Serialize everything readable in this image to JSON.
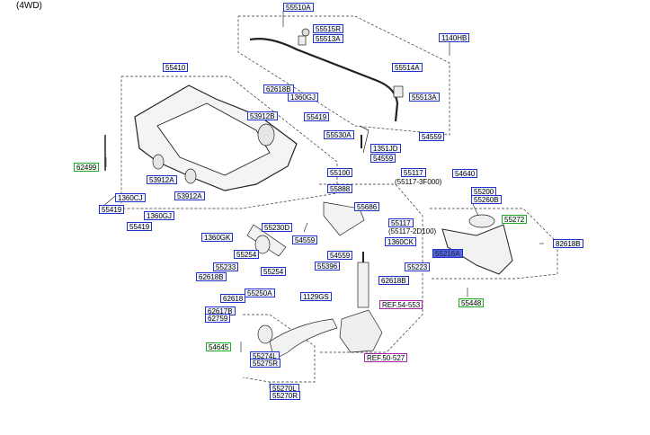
{
  "header": {
    "variant": "(4WD)"
  },
  "labels": {
    "p55510A": "55510A",
    "p55515R": "55515R",
    "p55513A": "55513A",
    "p1140HB": "1140HB",
    "p55514A": "55514A",
    "p55513A_2": "55513A",
    "p54559_a": "54559",
    "p55410": "55410",
    "p62618B": "62618B",
    "p1360GJ_a": "1360GJ",
    "p55419_a": "55419",
    "p53912B": "53912B",
    "p55530A": "55530A",
    "p1351JD": "1351JD",
    "p54559_b": "54559",
    "p62499": "62499",
    "p53912A_a": "53912A",
    "p1360CJ": "1360CJ",
    "p53912A_b": "53912A",
    "p55419_b": "55419",
    "p1360GJ_b": "1360GJ",
    "p55419_c": "55419",
    "p55100": "55100",
    "p55888": "55888",
    "p55117_a": "55117",
    "p55117_a_note": "(55117-3F000)",
    "p54640": "54640",
    "p55200": "55200",
    "p55260B": "55260B",
    "p55686": "55686",
    "p55117_b": "55117",
    "p55117_b_note": "(55117-2D100)",
    "p55272": "55272",
    "p55230D": "55230D",
    "p1360GK_a": "1360GK",
    "p54559_c": "54559",
    "p1360CK": "1360CK",
    "p82618B": "82618B",
    "p55254_a": "55254",
    "p54559_d": "54559",
    "p55216A": "55216A",
    "p55233": "55233",
    "p55396": "55396",
    "p55223": "55223",
    "p62618B_b": "62618B",
    "p55254_b": "55254",
    "p62618B_c": "62618B",
    "p62618_d": "62618",
    "p55250A": "55250A",
    "p55448": "55448",
    "p62617B": "62617B",
    "p62759": "62759",
    "p1129GS": "1129GS",
    "ref54553": "REF.54-553",
    "p54645": "54645",
    "p55274L": "55274L",
    "p55275R": "55275R",
    "ref50527": "REF.50-527",
    "p55270L": "55270L",
    "p55270R": "55270R"
  }
}
